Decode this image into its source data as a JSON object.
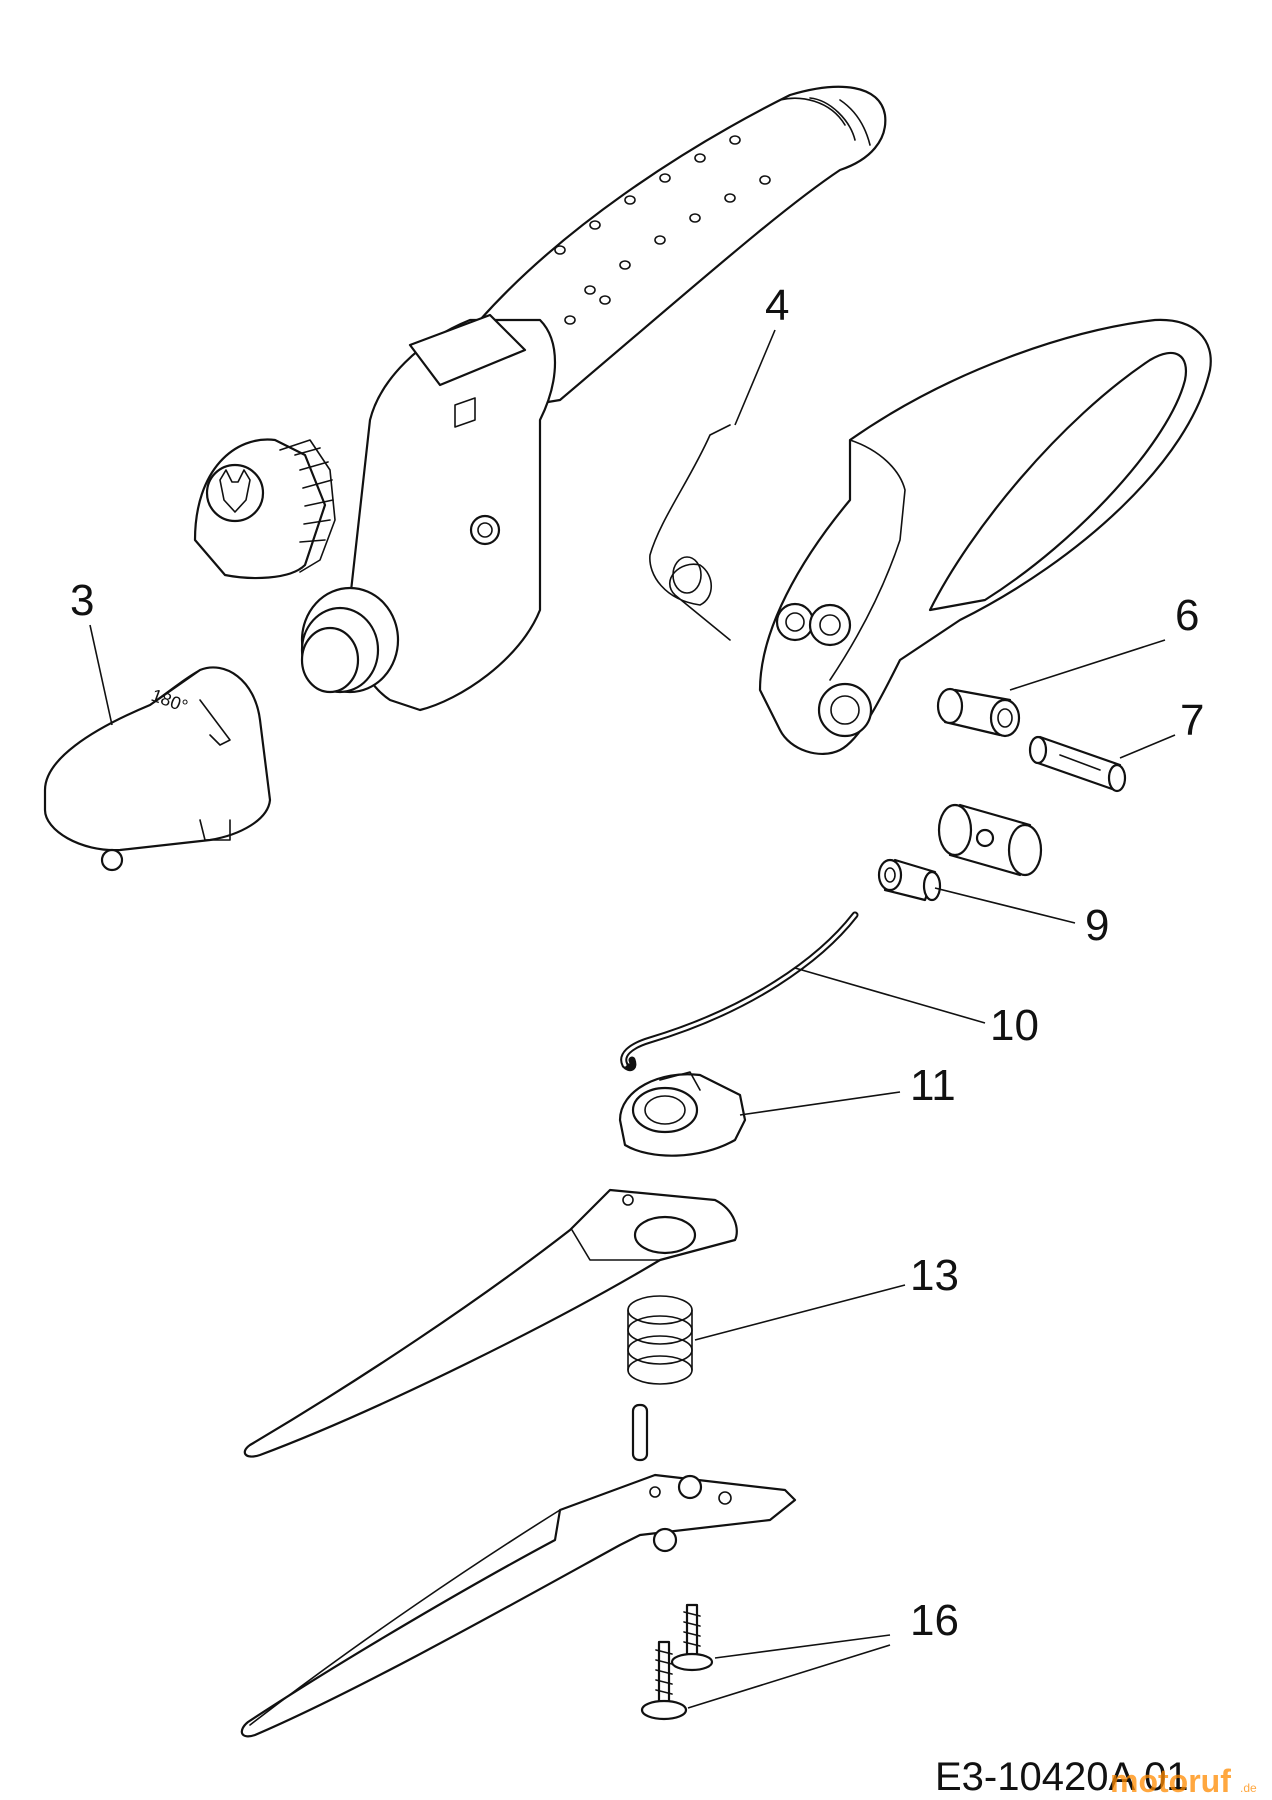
{
  "diagram": {
    "drawing_code": "E3-10420A 01",
    "watermark": "motoruf",
    "watermark_suffix": ".de",
    "cover_marking": "180°",
    "callouts": [
      {
        "id": "c3",
        "label": "3"
      },
      {
        "id": "c4",
        "label": "4"
      },
      {
        "id": "c6",
        "label": "6"
      },
      {
        "id": "c7",
        "label": "7"
      },
      {
        "id": "c9",
        "label": "9"
      },
      {
        "id": "c10",
        "label": "10"
      },
      {
        "id": "c11",
        "label": "11"
      },
      {
        "id": "c13",
        "label": "13"
      },
      {
        "id": "c16",
        "label": "16"
      }
    ]
  }
}
